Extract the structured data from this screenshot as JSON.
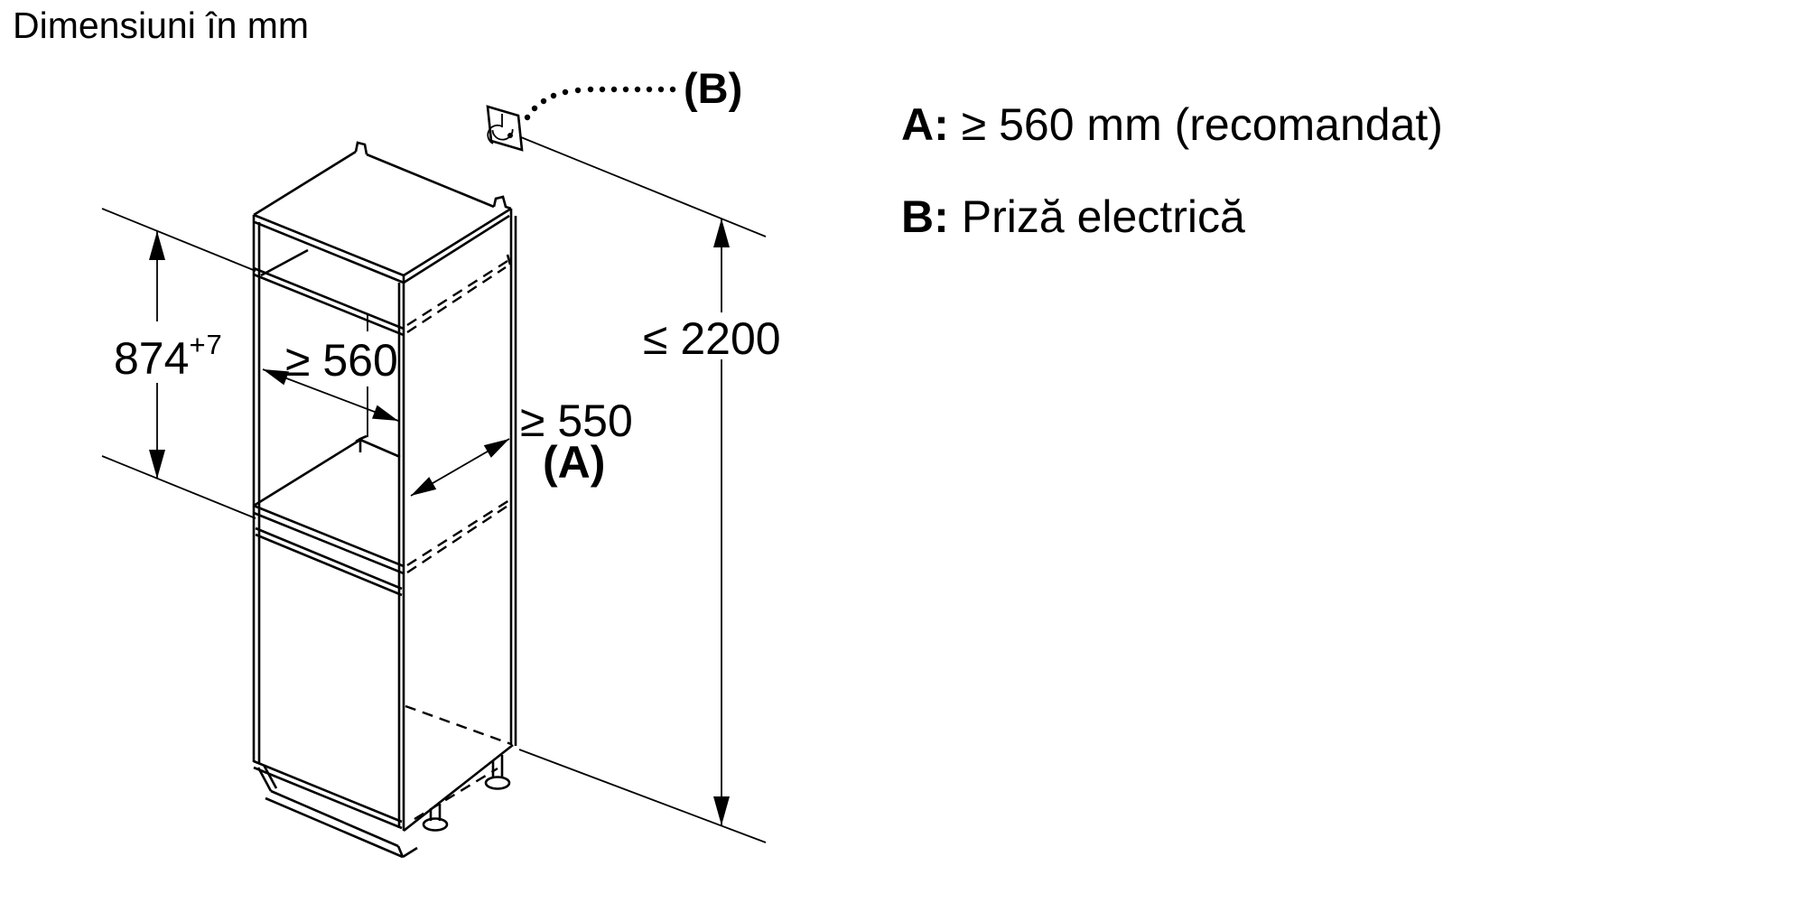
{
  "title": "Dimensiuni în mm",
  "colors": {
    "ink": "#000000",
    "background": "#ffffff"
  },
  "legend": {
    "items": [
      {
        "key": "A:",
        "text": "≥ 560 mm (recomandat)"
      },
      {
        "key": "B:",
        "text": "Priză electrică"
      }
    ]
  },
  "diagram": {
    "labels": {
      "niche_height": {
        "value": "874",
        "tolerance": "+7"
      },
      "niche_width": "≥ 560",
      "niche_depth": "≥ 550",
      "niche_depth_ref": "(A)",
      "total_height": "≤ 2200",
      "socket_ref": "(B)"
    },
    "icons": [
      {
        "name": "power-socket-icon",
        "meaning": "Priză electrică"
      }
    ]
  }
}
